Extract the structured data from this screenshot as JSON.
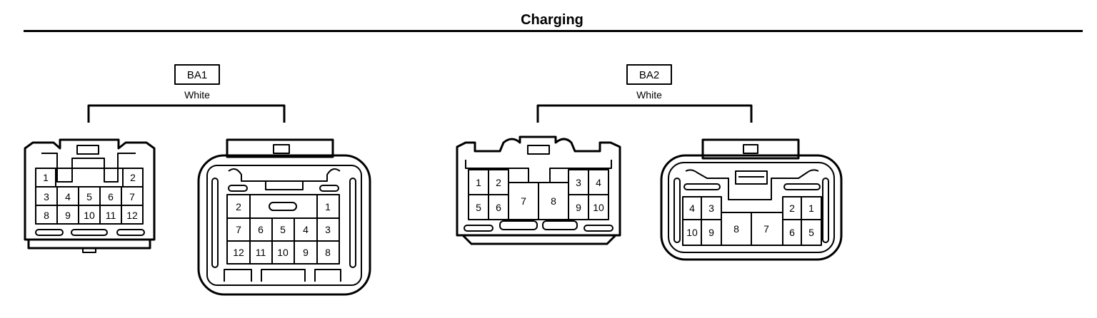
{
  "title": "Charging",
  "connectors": [
    {
      "id": "BA1",
      "color": "White",
      "left_view": {
        "pins": [
          "1",
          "2",
          "3",
          "4",
          "5",
          "6",
          "7",
          "8",
          "9",
          "10",
          "11",
          "12"
        ]
      },
      "right_view": {
        "pins": [
          "2",
          "1",
          "7",
          "6",
          "5",
          "4",
          "3",
          "12",
          "11",
          "10",
          "9",
          "8"
        ]
      }
    },
    {
      "id": "BA2",
      "color": "White",
      "left_view": {
        "pins": [
          "1",
          "2",
          "3",
          "4",
          "5",
          "6",
          "7",
          "8",
          "9",
          "10"
        ]
      },
      "right_view": {
        "pins": [
          "4",
          "3",
          "2",
          "1",
          "10",
          "9",
          "8",
          "7",
          "6",
          "5"
        ]
      }
    }
  ]
}
